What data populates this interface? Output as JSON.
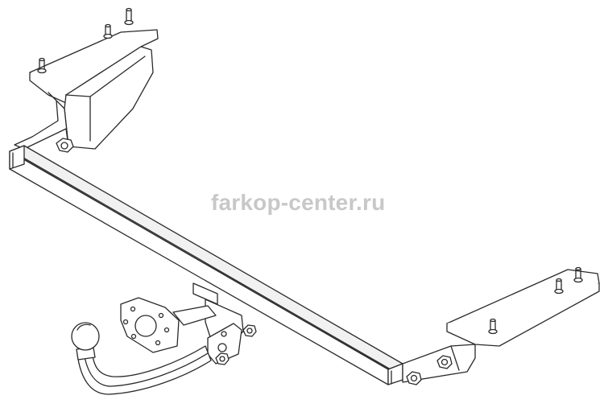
{
  "watermark": {
    "text": "farkop-center.ru"
  },
  "colors": {
    "background": "#ffffff",
    "line": "#2a2a2a",
    "fill": "#ffffff",
    "shade": "#f1f1f1",
    "watermark": "#c8c8c8"
  },
  "components": [
    "crossbar",
    "left-mounting-bracket",
    "right-mounting-bracket",
    "tow-ball-neck",
    "tow-ball",
    "socket-plate",
    "safety-chain-eye"
  ]
}
